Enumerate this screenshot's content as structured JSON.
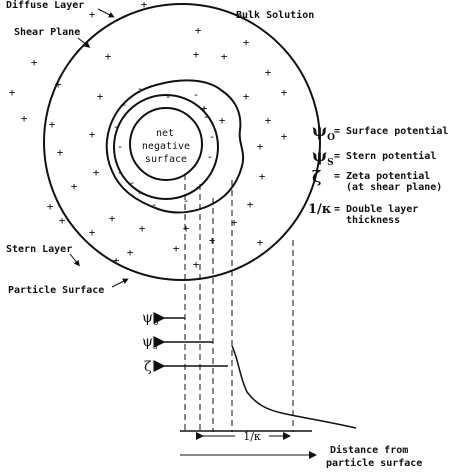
{
  "labels": {
    "diffuse_layer": "Diffuse Layer",
    "shear_plane": "Shear Plane",
    "bulk_solution": "Bulk Solution",
    "stern_layer": "Stern Layer",
    "particle_surface": "Particle Surface",
    "core_line1": "net",
    "core_line2": "negative",
    "core_line3": "surface",
    "distance_line1": "Distance from",
    "distance_line2": "particle surface"
  },
  "legend": {
    "items": [
      {
        "symbol": "ψ",
        "subscript": "O",
        "text": "= Surface potential"
      },
      {
        "symbol": "ψ",
        "subscript": "S",
        "text": "= Stern potential"
      },
      {
        "symbol": "ζ",
        "subscript": "",
        "text": "= Zeta potential",
        "text2": "(at shear plane)"
      },
      {
        "symbol": "1/κ",
        "subscript": "",
        "text": "= Double layer",
        "text2": "thickness"
      }
    ]
  },
  "axis": {
    "psi0": {
      "symbol": "ψ",
      "subscript": "0"
    },
    "psis": {
      "symbol": "ψ",
      "subscript": "s"
    },
    "zeta": {
      "symbol": "ζ"
    },
    "kappa_label": "1/κ"
  },
  "charges": {
    "outer_sign": "+",
    "inner_sign": "-"
  },
  "colors": {
    "ink": "#111111",
    "background": "#ffffff"
  }
}
